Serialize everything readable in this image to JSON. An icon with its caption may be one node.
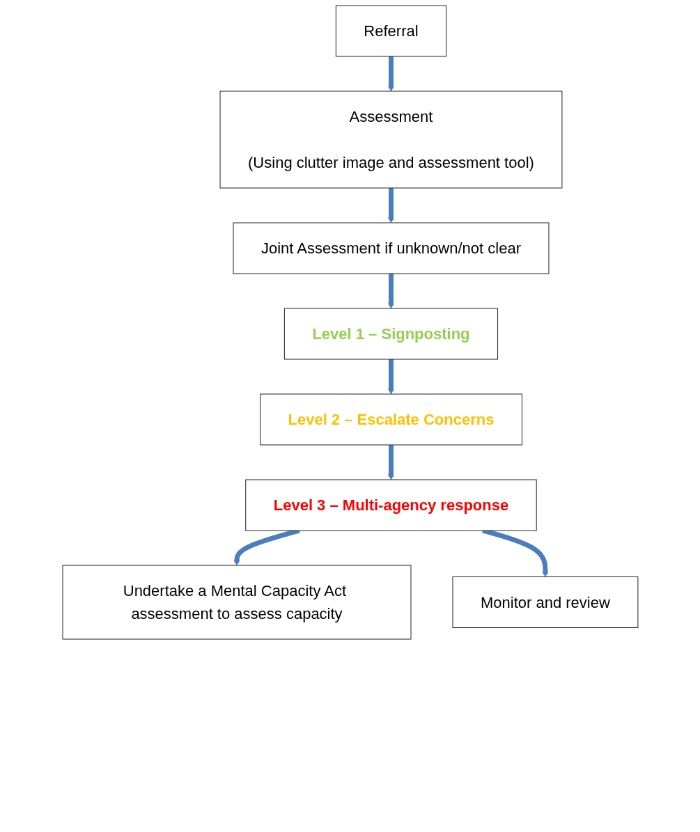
{
  "diagram": {
    "nodes": [
      {
        "text": [
          "Referral"
        ]
      },
      {
        "text": [
          "Assessment",
          "(Using clutter image and assessment tool)"
        ]
      },
      {
        "text": [
          "Joint Assessment if unknown/not clear"
        ]
      },
      {
        "text": [
          "Level 1 – Signposting"
        ]
      },
      {
        "text": [
          "Level 2 – Escalate Concerns"
        ]
      },
      {
        "text": [
          "Level 3 – Multi-agency response"
        ]
      },
      {
        "text": [
          "Undertake a Mental Capacity Act assessment to assess capacity"
        ]
      },
      {
        "text": [
          "Monitor and review"
        ]
      }
    ],
    "edges": [
      {
        "from": 0,
        "to": 1,
        "arrow": "to"
      },
      {
        "from": 1,
        "to": 2,
        "arrow": "to"
      },
      {
        "from": 2,
        "to": 3,
        "arrow": "to"
      },
      {
        "from": 3,
        "to": 4,
        "arrow": "to"
      },
      {
        "from": 4,
        "to": 5,
        "arrow": "to"
      },
      {
        "from": 5,
        "to": 6,
        "arrow": "to"
      },
      {
        "from": 5,
        "to": 7,
        "arrow": "to"
      }
    ]
  }
}
